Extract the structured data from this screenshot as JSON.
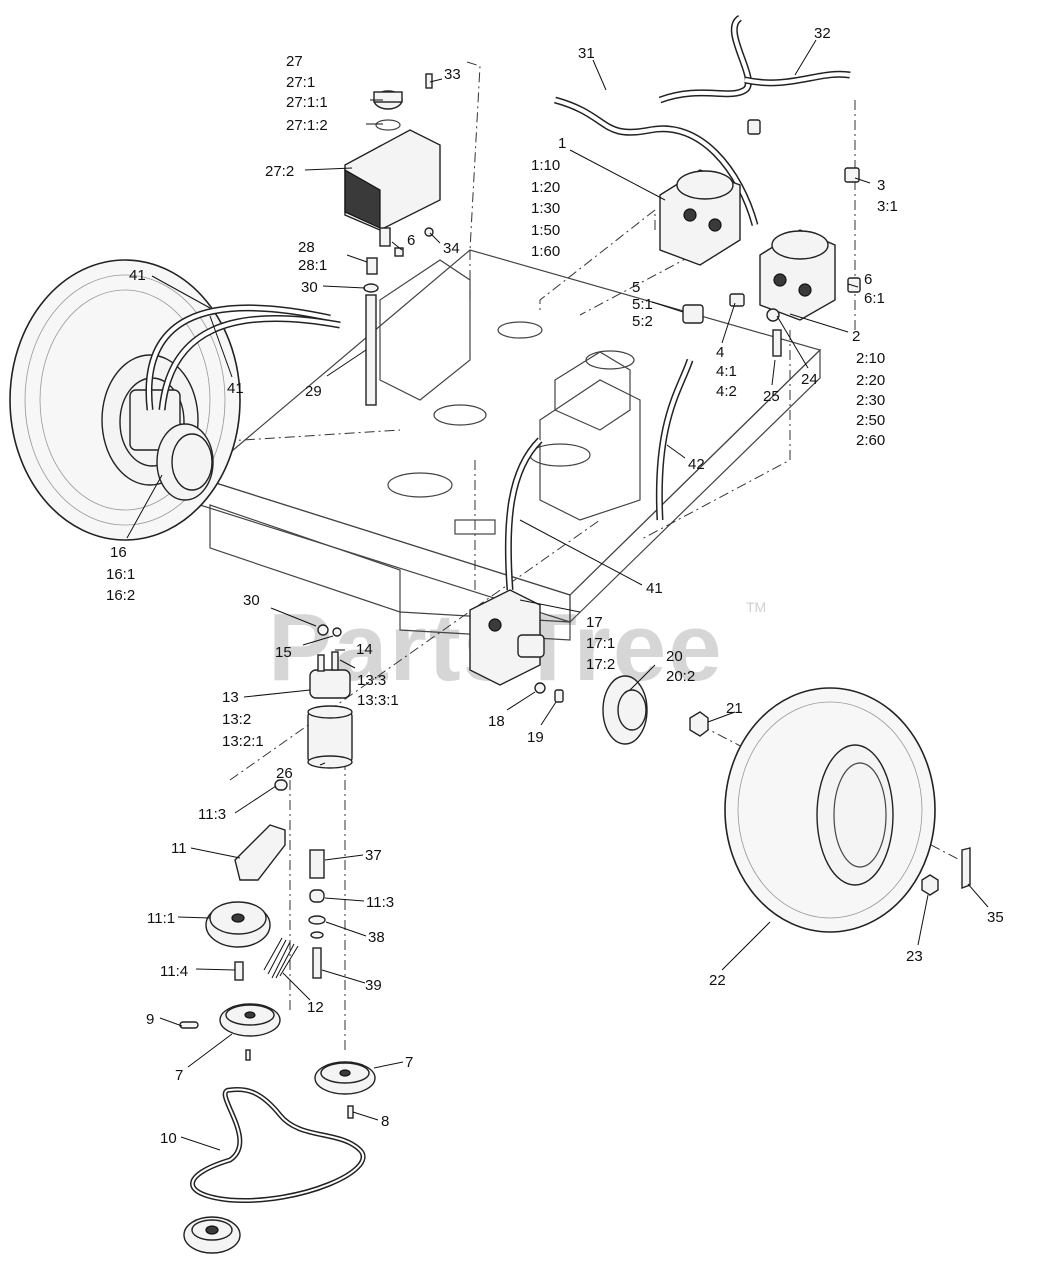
{
  "watermark": {
    "text": "PartsTree",
    "trademark": "TM"
  },
  "callouts": {
    "c27": [
      "27",
      "27:1",
      "27:1:1",
      "27:1:2",
      "27:2"
    ],
    "c33": "33",
    "c34": "34",
    "c31": "31",
    "c32": "32",
    "c1": [
      "1",
      "1:10",
      "1:20",
      "1:30",
      "1:50",
      "1:60"
    ],
    "c3": [
      "3",
      "3:1"
    ],
    "c6a": "6",
    "c28": [
      "28",
      "28:1"
    ],
    "c30a": "30",
    "c29": "29",
    "c41a": "41",
    "c41b": "41",
    "c41c": "41",
    "c5": [
      "5",
      "5:1",
      "5:2"
    ],
    "c4": [
      "4",
      "4:1",
      "4:2"
    ],
    "c6b": [
      "6",
      "6:1"
    ],
    "c2": [
      "2",
      "2:10",
      "2:20",
      "2:30",
      "2:50",
      "2:60"
    ],
    "c24": "24",
    "c25": "25",
    "c42": "42",
    "c16": [
      "16",
      "16:1",
      "16:2"
    ],
    "c30b": "30",
    "c15": "15",
    "c14": "14",
    "c13": [
      "13",
      "13:2",
      "13:2:1"
    ],
    "c13_3": [
      "13:3",
      "13:3:1"
    ],
    "c26": "26",
    "c17": [
      "17",
      "17:1",
      "17:2"
    ],
    "c20": [
      "20",
      "20:2"
    ],
    "c18": "18",
    "c19": "19",
    "c21": "21",
    "c11_3a": "11:3",
    "c11": "11",
    "c37": "37",
    "c11_3b": "11:3",
    "c11_1": "11:1",
    "c38": "38",
    "c11_4": "11:4",
    "c12": "12",
    "c39": "39",
    "c9": "9",
    "c7a": "7",
    "c7b": "7",
    "c8": "8",
    "c10": "10",
    "c22": "22",
    "c23": "23",
    "c35": "35"
  }
}
